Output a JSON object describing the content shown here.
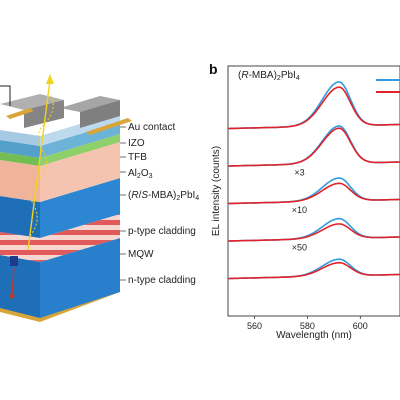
{
  "panel_b_label": "b",
  "device_labels": {
    "au_contact": "Au contact",
    "izo": "IZO",
    "tfb": "TFB",
    "al2o3_main": "Al",
    "al2o3_sub1": "2",
    "al2o3_mid": "O",
    "al2o3_sub2": "3",
    "active_prefix": "(",
    "active_italic": "R",
    "active_mid": "/",
    "active_italic2": "S",
    "active_rest": "-MBA)",
    "active_sub": "2",
    "active_tail": "PbI",
    "active_sub2": "4",
    "p_cladding": "p-type cladding",
    "mqw": "MQW",
    "n_cladding": "n-type cladding"
  },
  "colors": {
    "blue_series": "#2f9be0",
    "red_series": "#e0232b",
    "gold": "#d9a53a",
    "grey_contact": "#8c8c8c",
    "izo": "#bcd9ee",
    "tfb": "#6db3d8",
    "al2o3": "#8ed06a",
    "perovskite": "#f2b8a2",
    "cladding": "#1f73c2",
    "mqw_red": "#e05a5a",
    "substrate": "#2d62a8"
  },
  "chart_data": {
    "type": "line",
    "title": "",
    "inset_title_prefix": "(",
    "inset_title_italic": "R",
    "inset_title_mid": "-MBA)",
    "inset_title_sub": "2",
    "inset_title_tail": "PbI",
    "inset_title_sub2": "4",
    "xlabel": "Wavelength (nm)",
    "ylabel": "EL intensity (counts)",
    "xlim": [
      550,
      615
    ],
    "xticks": [
      "560",
      "580",
      "600"
    ],
    "xtick_values": [
      560,
      580,
      600
    ],
    "peak_nm": 592,
    "multipliers": [
      "",
      "",
      "×3",
      "×10",
      "×50"
    ],
    "traces": [
      {
        "blue_peak": 1.0,
        "red_peak": 0.88,
        "baseline": 0.25
      },
      {
        "blue_peak": 0.85,
        "red_peak": 0.8,
        "baseline": 0.4
      },
      {
        "blue_peak": 0.52,
        "red_peak": 0.4,
        "baseline": 0.55
      },
      {
        "blue_peak": 0.45,
        "red_peak": 0.33,
        "baseline": 0.7
      },
      {
        "blue_peak": 0.38,
        "red_peak": 0.3,
        "baseline": 0.85
      }
    ]
  }
}
